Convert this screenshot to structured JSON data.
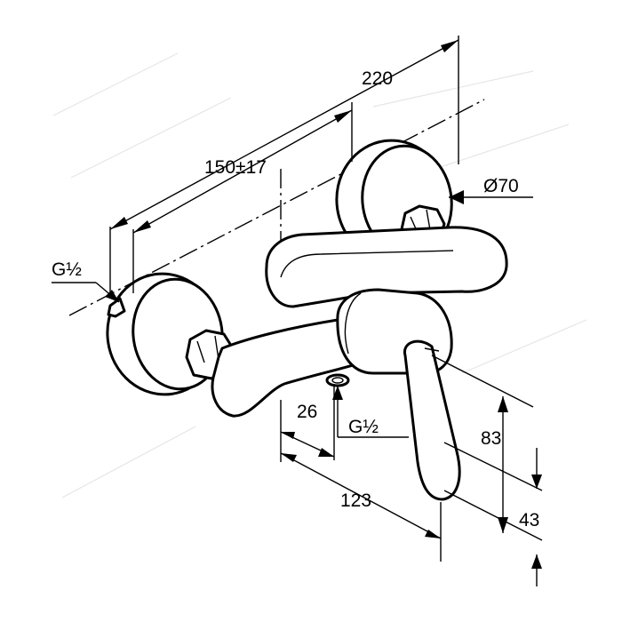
{
  "dimensions": {
    "overall_width": "220",
    "center_distance": "150±17",
    "rosette_diameter": "Ø70",
    "connection_left": "G½",
    "connection_bottom": "G½",
    "outlet_offset": "26",
    "projection": "123",
    "lever_height": "83",
    "outlet_height": "43"
  }
}
